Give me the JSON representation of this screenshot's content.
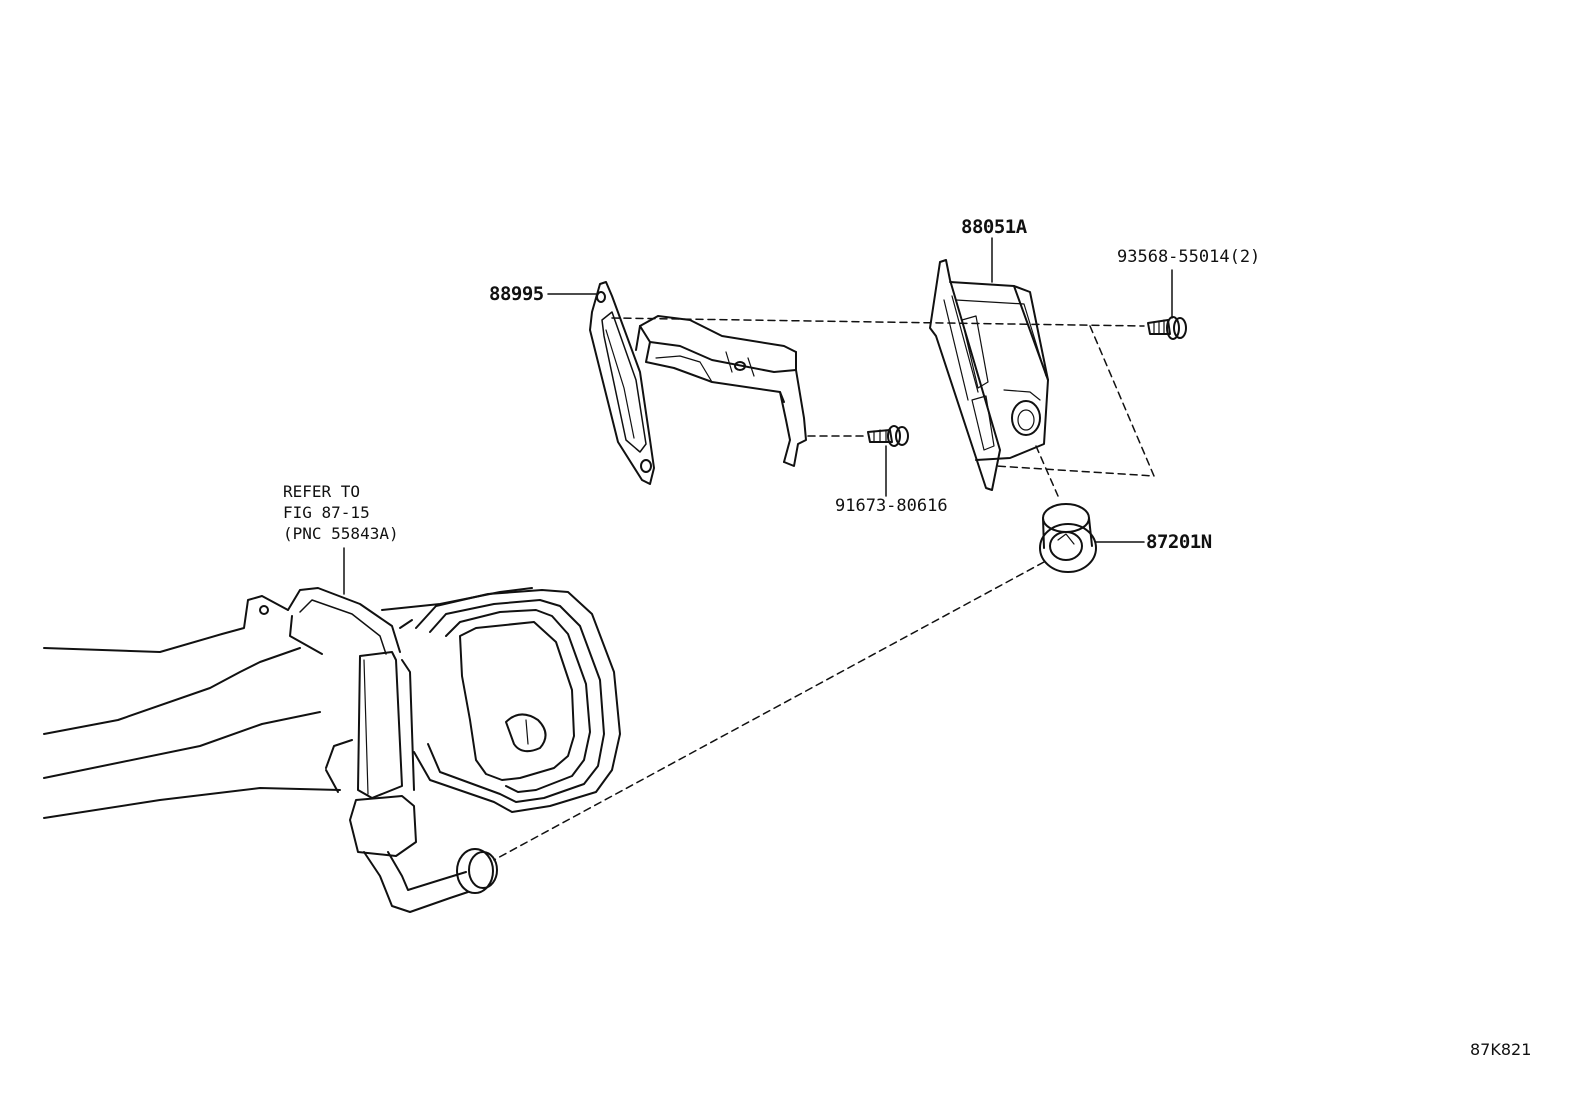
{
  "labels": {
    "p88995": "88995",
    "p88051a": "88051A",
    "p93568": "93568-55014(2)",
    "p91673": "91673-80616",
    "p87201n": "87201N"
  },
  "reference_note": {
    "line1": "REFER TO",
    "line2": "FIG 87-15",
    "line3": "(PNC 55843A)"
  },
  "figure_code": "87K821"
}
